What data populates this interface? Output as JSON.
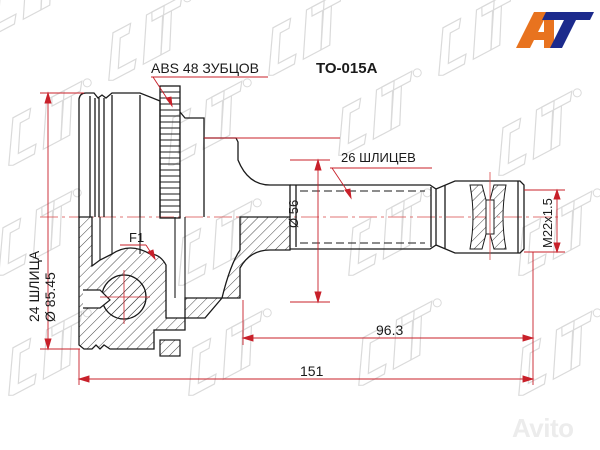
{
  "drawing": {
    "part_number": "TO-015A",
    "brand_logo": {
      "text": "AT",
      "colors": {
        "A": "#e8731f",
        "T": "#1c2a8c"
      }
    },
    "watermark": {
      "text": "SAT",
      "registered_mark": "®",
      "color": "#d6d6d6"
    },
    "marketplace_watermark": "Avito",
    "annotations": {
      "abs_teeth": "ABS 48 ЗУБЦОВ",
      "outer_splines": "26 ШЛИЦЕВ",
      "inner_splines": "24 ШЛИЦА",
      "outer_diameter": "Ø 85.45",
      "seal_diameter": "Ø 56",
      "thread": "M22x1.5",
      "stub_length": "96.3",
      "total_length": "151",
      "section_mark": "F1"
    },
    "colors": {
      "outline": "#1a1a1a",
      "dimension": "#c8202a",
      "centerline": "#d94a4a",
      "hatch": "#333333"
    }
  }
}
